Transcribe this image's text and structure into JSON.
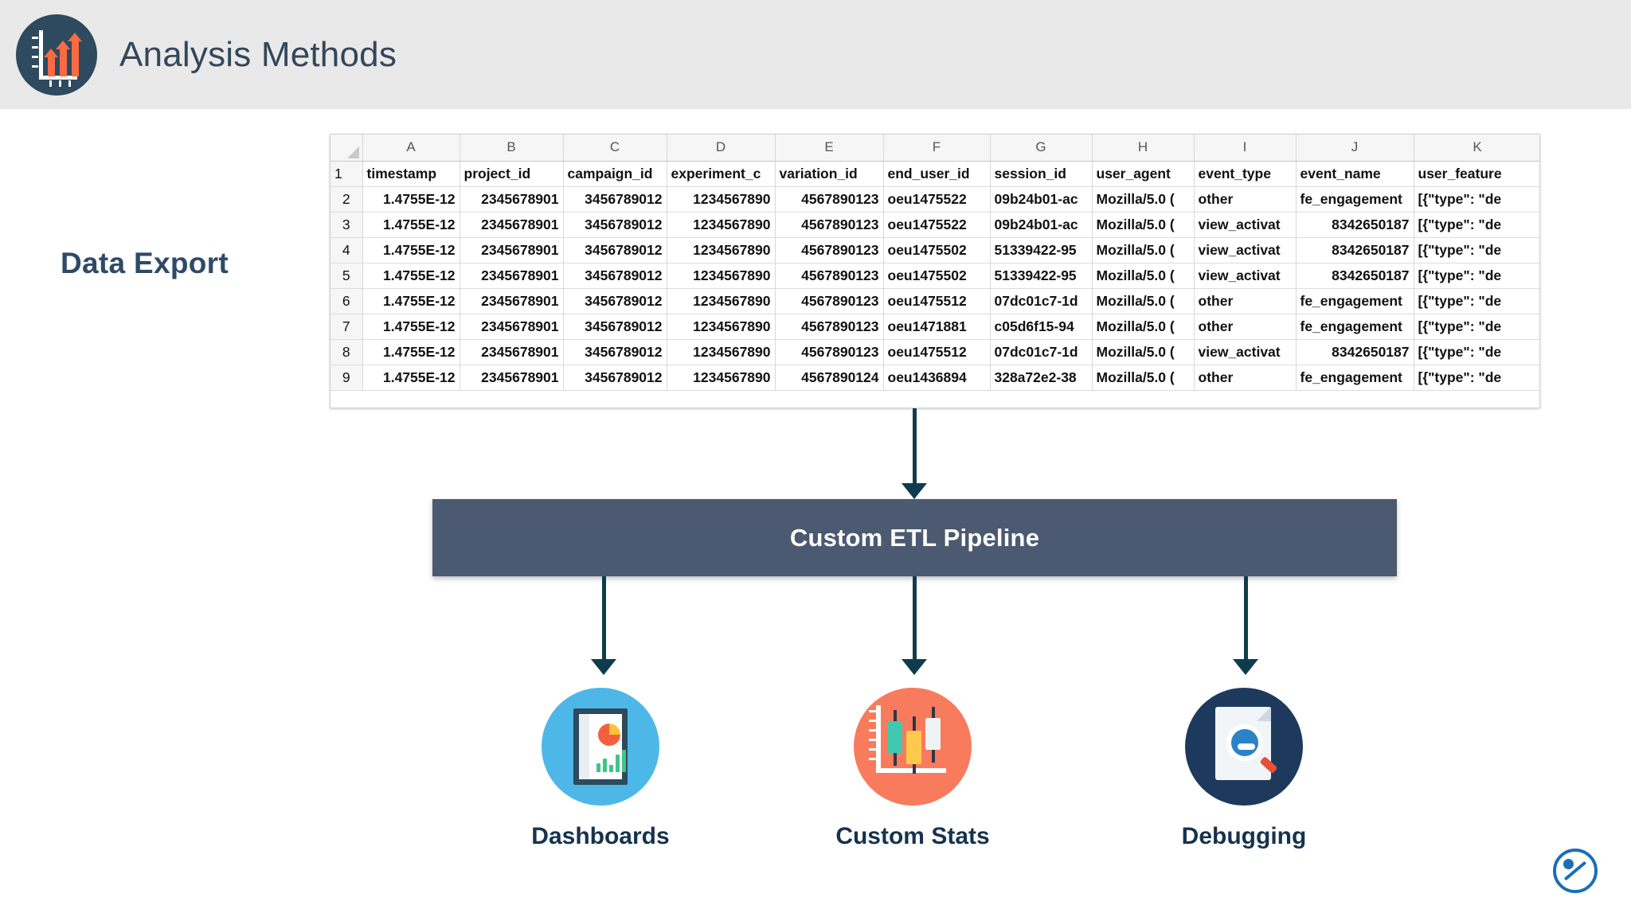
{
  "header": {
    "title": "Analysis Methods",
    "logo_icon": "bar-chart-arrows-icon"
  },
  "left_label": "Data Export",
  "spreadsheet": {
    "column_letters": [
      "A",
      "B",
      "C",
      "D",
      "E",
      "F",
      "G",
      "H",
      "I",
      "J",
      "K"
    ],
    "selected_column": "H",
    "row_numbers": [
      "1",
      "2",
      "3",
      "4",
      "5",
      "6",
      "7",
      "8",
      "9"
    ],
    "headers": [
      "timestamp",
      "project_id",
      "campaign_id",
      "experiment_c",
      "variation_id",
      "end_user_id",
      "session_id",
      "user_agent",
      "event_type",
      "event_name",
      "user_feature"
    ],
    "rows": [
      [
        "1.4755E-12",
        "2345678901",
        "3456789012",
        "1234567890",
        "4567890123",
        "oeu1475522",
        "09b24b01-ac",
        "Mozilla/5.0 (",
        "other",
        "fe_engagement",
        "[{\"type\": \"de"
      ],
      [
        "1.4755E-12",
        "2345678901",
        "3456789012",
        "1234567890",
        "4567890123",
        "oeu1475522",
        "09b24b01-ac",
        "Mozilla/5.0 (",
        "view_activat",
        "8342650187",
        "[{\"type\": \"de"
      ],
      [
        "1.4755E-12",
        "2345678901",
        "3456789012",
        "1234567890",
        "4567890123",
        "oeu1475502",
        "51339422-95",
        "Mozilla/5.0 (",
        "view_activat",
        "8342650187",
        "[{\"type\": \"de"
      ],
      [
        "1.4755E-12",
        "2345678901",
        "3456789012",
        "1234567890",
        "4567890123",
        "oeu1475502",
        "51339422-95",
        "Mozilla/5.0 (",
        "view_activat",
        "8342650187",
        "[{\"type\": \"de"
      ],
      [
        "1.4755E-12",
        "2345678901",
        "3456789012",
        "1234567890",
        "4567890123",
        "oeu1475512",
        "07dc01c7-1d",
        "Mozilla/5.0 (",
        "other",
        "fe_engagement",
        "[{\"type\": \"de"
      ],
      [
        "1.4755E-12",
        "2345678901",
        "3456789012",
        "1234567890",
        "4567890123",
        "oeu1471881",
        "c05d6f15-94",
        "Mozilla/5.0 (",
        "other",
        "fe_engagement",
        "[{\"type\": \"de"
      ],
      [
        "1.4755E-12",
        "2345678901",
        "3456789012",
        "1234567890",
        "4567890123",
        "oeu1475512",
        "07dc01c7-1d",
        "Mozilla/5.0 (",
        "view_activat",
        "8342650187",
        "[{\"type\": \"de"
      ],
      [
        "1.4755E-12",
        "2345678901",
        "3456789012",
        "1234567890",
        "4567890124",
        "oeu1436894",
        "328a72e2-38",
        "Mozilla/5.0 (",
        "other",
        "fe_engagement",
        "[{\"type\": \"de"
      ]
    ]
  },
  "pipeline": {
    "label": "Custom ETL Pipeline",
    "bar_color": "#4b5a70",
    "connector_color": "#0f3c4c"
  },
  "outputs": [
    {
      "label": "Dashboards",
      "icon": "dashboard-report-icon",
      "circle_color": "#4db8e8"
    },
    {
      "label": "Custom Stats",
      "icon": "candlestick-chart-icon",
      "circle_color": "#f97b5d"
    },
    {
      "label": "Debugging",
      "icon": "document-magnifier-icon",
      "circle_color": "#1d3a5c"
    }
  ],
  "brand": {
    "icon": "optimizely-logo-icon",
    "color": "#1a6fb5"
  }
}
